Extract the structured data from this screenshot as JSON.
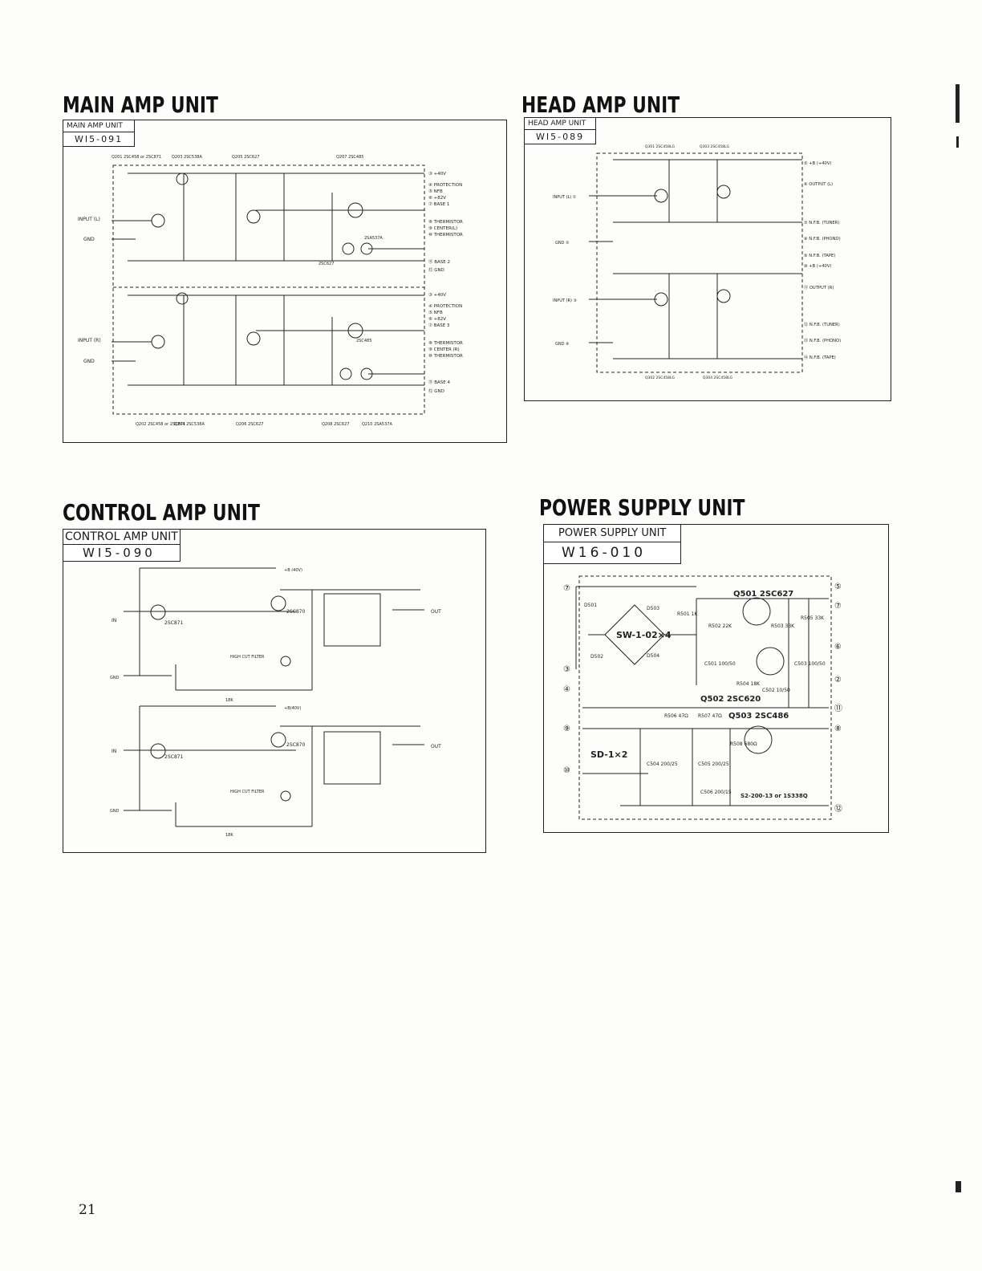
{
  "page_number": "21",
  "main_amp": {
    "title": "MAIN AMP UNIT",
    "unit_name": "MAIN AMP UNIT",
    "unit_code": "WI5-091",
    "transistors_top": [
      "Q201 2SC458 or 2SC871",
      "Q203 2SC538A",
      "Q205 2SC627",
      "Q207 2SC485"
    ],
    "transistors_bottom": [
      "Q202 2SC458 or 2SC871",
      "Q204 2SC538A",
      "Q206 2SC627",
      "Q208 2SC627",
      "Q210 2SA537A"
    ],
    "left_labels": [
      "INPUT (L)",
      "GND",
      "INPUT (R)",
      "GND"
    ],
    "channel_l_terminals": [
      "③ +40V",
      "④ PROTECTION",
      "⑤ NFB",
      "⑥ +82V",
      "⑦ BASE 1",
      "⑧ THERMISTOR",
      "⑨ CENTER(L)",
      "⑩ THERMISTOR",
      "⑪ BASE 2",
      "⑫ GND"
    ],
    "channel_r_terminals": [
      "③ +40V",
      "④ PROTECTION",
      "⑤ NFB",
      "⑥ +82V",
      "⑦ BASE 3",
      "⑧ THERMISTOR",
      "⑨ CENTER (R)",
      "⑩ THERMISTOR",
      "⑪ BASE 4",
      "⑫ GND"
    ],
    "inline_parts": [
      "2SC627",
      "2SA537A",
      "2SC485"
    ]
  },
  "head_amp": {
    "title": "HEAD AMP UNIT",
    "unit_name": "HEAD AMP UNIT",
    "unit_code": "WI5-089",
    "transistors_top": [
      "Q301 2SC458LG",
      "Q303 2SC458LG"
    ],
    "transistors_bottom": [
      "Q302 2SC458LG",
      "Q304 2SC458LG"
    ],
    "left_labels": [
      "INPUT (L) ①",
      "GND ②",
      "INPUT (R) ③",
      "GND ④"
    ],
    "terminals": [
      "⑤ +B (+40V)",
      "⑥ OUTPUT (L)",
      "⑦ N.F.B. (TUNER)",
      "⑧ N.F.B. (PHONO)",
      "⑨ N.F.B. (TAPE)",
      "⑩ +B (+40V)",
      "⑪ OUTPUT (R)",
      "⑫ N.F.B. (TUNER)",
      "⑬ N.F.B. (PHONO)",
      "⑭ N.F.B. (TAPE)"
    ]
  },
  "control_amp": {
    "title": "CONTROL AMP UNIT",
    "unit_name": "CONTROL AMP UNIT",
    "unit_code": "WI5-090",
    "upper": {
      "supply": "+B (40V)",
      "in": "IN",
      "gnd": "GND",
      "out": "OUT",
      "transistors": [
        "2SC871",
        "2SC870"
      ],
      "filter": "HIGH CUT FILTER",
      "feedback": "18K"
    },
    "lower": {
      "supply": "+B(40V)",
      "in": "IN",
      "gnd": "GND",
      "out": "OUT",
      "transistors": [
        "2SC871",
        "2SC870"
      ],
      "filter": "HIGH CUT FILTER",
      "feedback": "18K"
    }
  },
  "power_supply": {
    "title": "POWER SUPPLY UNIT",
    "unit_name": "POWER SUPPLY UNIT",
    "unit_code": "W16-010",
    "bridge": "SW-1-02×4",
    "diodes": [
      "D501",
      "D502",
      "D503",
      "D504"
    ],
    "q501": "Q501 2SC627",
    "q502": "Q502 2SC620",
    "q503": "Q503 2SC486",
    "sd": "SD-1×2",
    "zener": "S2-200-13 or 1S338Q",
    "resistors": [
      "R501 1K",
      "R502 22K",
      "R503 33K",
      "R505 33K",
      "R504 18K",
      "R506 47Ω",
      "R507 47Ω",
      "R508 680Ω"
    ],
    "capacitors": [
      "C501 100/50",
      "C502 10/50",
      "C503 100/50",
      "C504 200/25",
      "C505 200/25",
      "C506 200/15"
    ],
    "terminals_left": [
      "⑦",
      "③",
      "④",
      "⑨",
      "⑩"
    ],
    "terminals_right": [
      "⑤",
      "⑦",
      "⑥",
      "②",
      "⑪",
      "⑧",
      "⑫"
    ]
  }
}
